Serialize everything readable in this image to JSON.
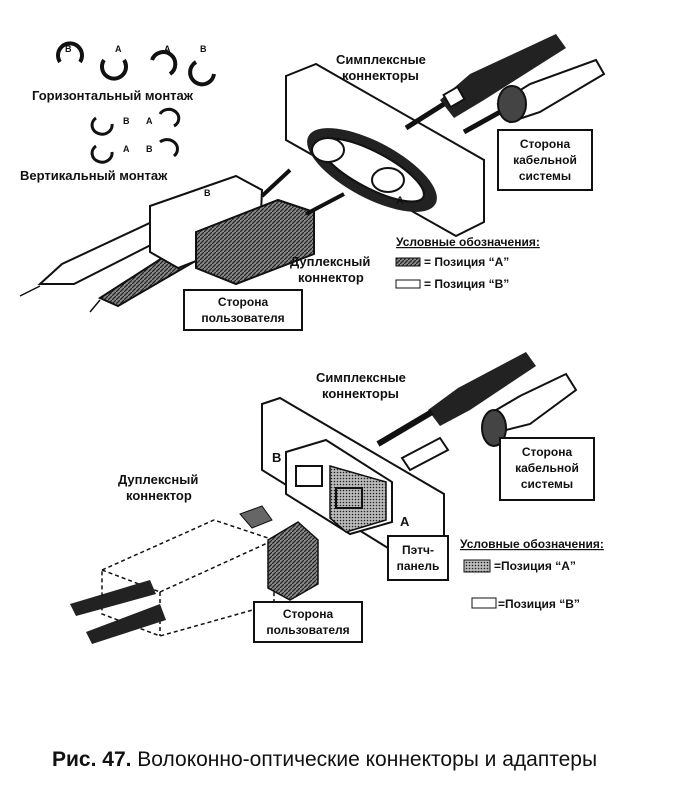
{
  "top_panel": {
    "mount_horizontal": "Горизонтальный монтаж",
    "mount_vertical": "Вертикальный монтаж",
    "ring_letters_row1": [
      "B",
      "A",
      "A",
      "B"
    ],
    "ring_letters_row2": [
      "B",
      "A"
    ],
    "ring_letters_row3": [
      "A",
      "B"
    ],
    "simplex_line1": "Симплексные",
    "simplex_line2": "коннекторы",
    "cable_side_line1": "Сторона",
    "cable_side_line2": "кабельной",
    "cable_side_line3": "системы",
    "duplex_line1": "Дуплексный",
    "duplex_line2": "коннектор",
    "user_side_line1": "Сторона",
    "user_side_line2": "пользователя",
    "legend_title": "Условные обозначения:",
    "legend_a": "= Позиция “A”",
    "legend_b": "= Позиция “B”",
    "port_a": "A",
    "connector_b": "B"
  },
  "bottom_panel": {
    "simplex_line1": "Симплексные",
    "simplex_line2": "коннекторы",
    "cable_side_line1": "Сторона",
    "cable_side_line2": "кабельной",
    "cable_side_line3": "системы",
    "duplex_line1": "Дуплексный",
    "duplex_line2": "коннектор",
    "user_side_line1": "Сторона",
    "user_side_line2": "пользователя",
    "patch_line1": "Пэтч-",
    "patch_line2": "панель",
    "legend_title": "Условные обозначения:",
    "legend_a": "=Позиция “A”",
    "legend_b": "=Позиция “B”",
    "port_b": "B",
    "port_a": "A"
  },
  "caption": {
    "prefix": "Рис. 47.",
    "text": " Волоконно-оптические коннекторы и адаптеры"
  },
  "colors": {
    "ink": "#111111",
    "hatch": "#555555",
    "paper": "#ffffff"
  }
}
